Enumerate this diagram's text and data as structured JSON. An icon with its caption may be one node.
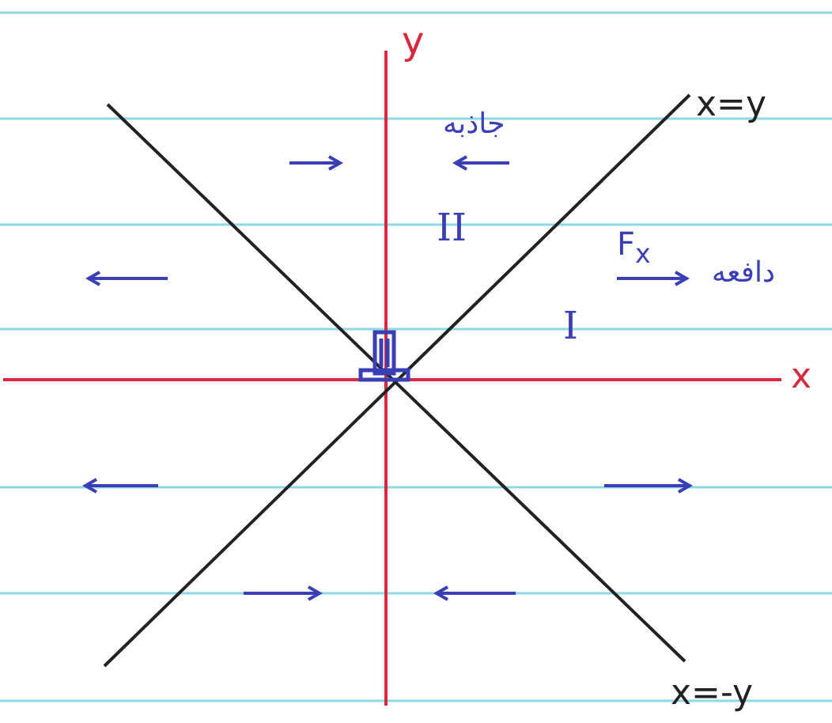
{
  "diagram": {
    "labels": [
      "y",
      "x=y",
      "جاذبه",
      "II",
      "F$_{x}$",
      "دافعه",
      "I",
      "x",
      "x=-y"
    ]
  }
}
